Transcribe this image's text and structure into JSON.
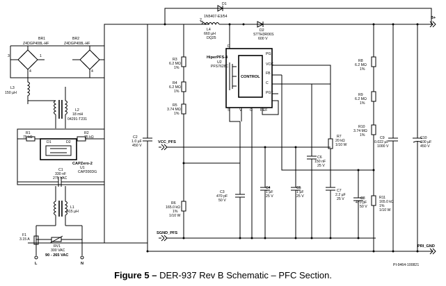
{
  "caption": {
    "prefix": "Figure 5 –",
    "text": "DER-937 Rev B Schematic – PFC Section."
  },
  "drawing_number": "PI-9464-100821",
  "nets": {
    "b_plus": "B+",
    "vcc_pfs": "VCC_PFS",
    "sgnd_pfs": "SGND_PFS",
    "pri_gnd": "PRI_GND"
  },
  "input": {
    "range": "90 - 265 VAC",
    "line": "L",
    "neutral": "N"
  },
  "components": {
    "br1": [
      "BR1",
      "Z4DGP408L-HF"
    ],
    "br2": [
      "BR2",
      "Z4DGP408L-HF"
    ],
    "l3": [
      "L3",
      "150 µH"
    ],
    "l2": [
      "L2",
      "18 mH",
      "04291-T231"
    ],
    "r1": [
      "R1",
      "75 kΩ"
    ],
    "r2": [
      "R2",
      "75 kΩ"
    ],
    "u1": [
      "CAPZero-2",
      "U1",
      "CAP200DG"
    ],
    "c1": [
      "C1",
      "330 nF",
      "275 VAC"
    ],
    "l1": [
      "L1",
      "415 µH"
    ],
    "f1": [
      "F1",
      "3.15 A"
    ],
    "rv1": [
      "RV1",
      "300 VAC"
    ],
    "d1": [
      "D1",
      "1N5407-E3/54"
    ],
    "l4": [
      "L4",
      "660 µH",
      "DQ25"
    ],
    "d2": [
      "D2",
      "STTH3R06S",
      "600 V"
    ],
    "r3": [
      "R3",
      "6.2 MΩ",
      "1%"
    ],
    "r4": [
      "R4",
      "6.2 MΩ",
      "1%"
    ],
    "r5": [
      "R5",
      "3.74 MΩ",
      "1%"
    ],
    "r6": [
      "R6",
      "165.0 kΩ",
      "1%",
      "1/10 W"
    ],
    "c2": [
      "C2",
      "1.0 µF",
      "450 V"
    ],
    "c3": [
      "C3",
      "470 pF",
      "50 V"
    ],
    "c4": [
      "C4",
      "1 µF",
      "25 V"
    ],
    "c5": [
      "C5",
      "1 µF",
      "25 V"
    ],
    "c6": [
      "C6",
      "150 nF",
      "25 V"
    ],
    "c7": [
      "C7",
      "2.2 µF",
      "25 V"
    ],
    "c8": [
      "C8",
      "470 pF",
      "50 V"
    ],
    "r7": [
      "R7",
      "20 kΩ",
      "1/10 W"
    ],
    "r8": [
      "R8",
      "6.2 MΩ",
      "1%"
    ],
    "r9": [
      "R9",
      "6.2 MΩ",
      "1%"
    ],
    "r10": [
      "R10",
      "3.74 MΩ",
      "1%"
    ],
    "r11": [
      "R11",
      "165.0 kΩ",
      "1%",
      "1/10 W"
    ],
    "c9": [
      "C9",
      "0.022 µF",
      "1000 V"
    ],
    "c10": [
      "C10",
      "100 µF",
      "450 V"
    ],
    "u2": [
      "HiperPFS-4",
      "U2",
      "PFS7628C"
    ]
  },
  "u2_pins": {
    "control": "CONTROL",
    "pg": "PG",
    "vcc": "VCC",
    "fb": "FB",
    "c": "C",
    "pgt": "PGT",
    "d": "D",
    "s": "S",
    "v": "V",
    "g": "G",
    "ref": "REF"
  },
  "pin_numbers": {
    "n1": "1",
    "n2": "2",
    "n3": "3",
    "n4": "4"
  }
}
